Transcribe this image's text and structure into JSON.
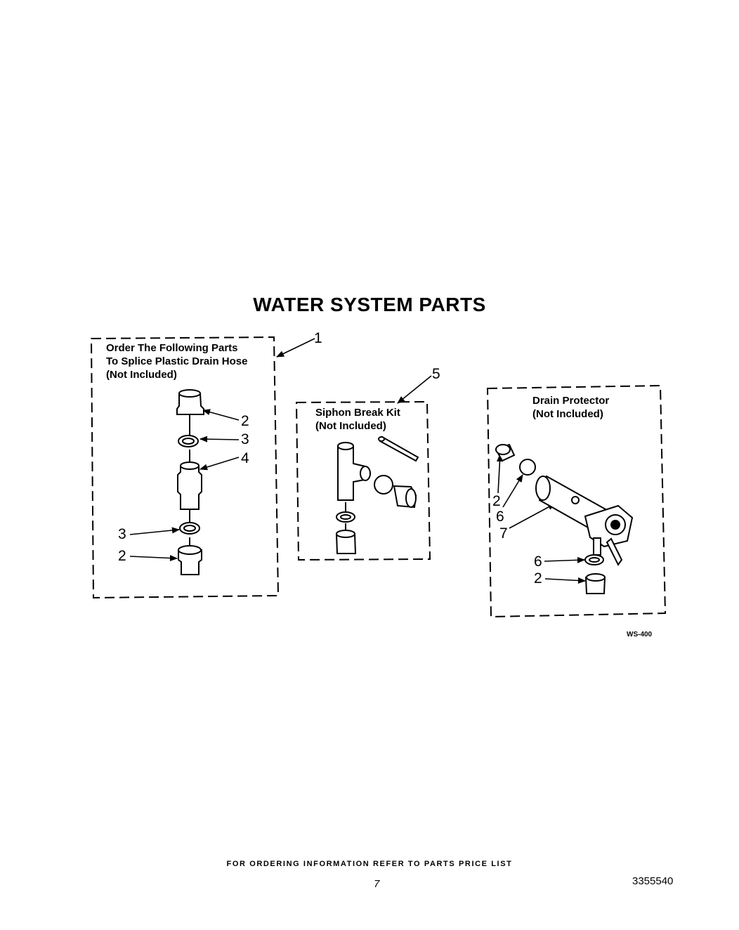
{
  "title": "WATER SYSTEM PARTS",
  "boxes": {
    "splice": {
      "lines": [
        "Order The Following Parts",
        "To Splice Plastic Drain Hose",
        "(Not Included)"
      ]
    },
    "siphon": {
      "lines": [
        "Siphon Break Kit",
        "(Not Included)"
      ]
    },
    "drain": {
      "lines": [
        "Drain Protector",
        "(Not Included)"
      ]
    }
  },
  "callouts": {
    "c1": "1",
    "c2a": "2",
    "c3a": "3",
    "c4": "4",
    "c3b": "3",
    "c2b": "2",
    "c5": "5",
    "c2c": "2",
    "c6a": "6",
    "c7": "7",
    "c6b": "6",
    "c2d": "2"
  },
  "drawing_id": "WS-400",
  "footer": "FOR ORDERING INFORMATION REFER TO PARTS PRICE LIST",
  "page_number": "7",
  "part_number": "3355540"
}
